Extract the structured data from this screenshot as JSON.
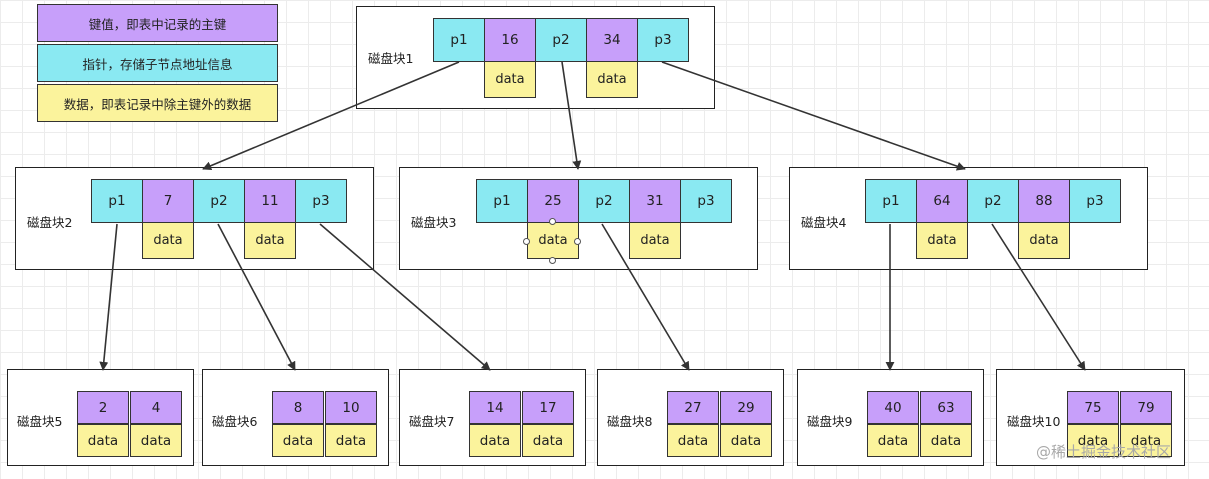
{
  "legend": [
    {
      "text": "键值，即表中记录的主键",
      "color": "#c79ffa"
    },
    {
      "text": "指针，存储子节点地址信息",
      "color": "#8ae9f2"
    },
    {
      "text": "数据，即表记录中除主键外的数据",
      "color": "#fbf39c"
    }
  ],
  "colors": {
    "pointer": "#8ae9f2",
    "key": "#c79ffa",
    "data": "#fbf39c"
  },
  "root": {
    "label": "磁盘块1",
    "cells": [
      "p1",
      "16",
      "p2",
      "34",
      "p3"
    ],
    "data": [
      "data",
      "data"
    ]
  },
  "internal": [
    {
      "label": "磁盘块2",
      "cells": [
        "p1",
        "7",
        "p2",
        "11",
        "p3"
      ],
      "data": [
        "data",
        "data"
      ]
    },
    {
      "label": "磁盘块3",
      "cells": [
        "p1",
        "25",
        "p2",
        "31",
        "p3"
      ],
      "data": [
        "data",
        "data"
      ]
    },
    {
      "label": "磁盘块4",
      "cells": [
        "p1",
        "64",
        "p2",
        "88",
        "p3"
      ],
      "data": [
        "data",
        "data"
      ]
    }
  ],
  "leaves": [
    {
      "label": "磁盘块5",
      "keys": [
        "2",
        "4"
      ],
      "data": [
        "data",
        "data"
      ]
    },
    {
      "label": "磁盘块6",
      "keys": [
        "8",
        "10"
      ],
      "data": [
        "data",
        "data"
      ]
    },
    {
      "label": "磁盘块7",
      "keys": [
        "14",
        "17"
      ],
      "data": [
        "data",
        "data"
      ]
    },
    {
      "label": "磁盘块8",
      "keys": [
        "27",
        "29"
      ],
      "data": [
        "data",
        "data"
      ]
    },
    {
      "label": "磁盘块9",
      "keys": [
        "40",
        "63"
      ],
      "data": [
        "data",
        "data"
      ]
    },
    {
      "label": "磁盘块10",
      "keys": [
        "75",
        "79"
      ],
      "data": [
        "data",
        "data"
      ]
    }
  ],
  "watermark": "@稀土掘金技术社区"
}
